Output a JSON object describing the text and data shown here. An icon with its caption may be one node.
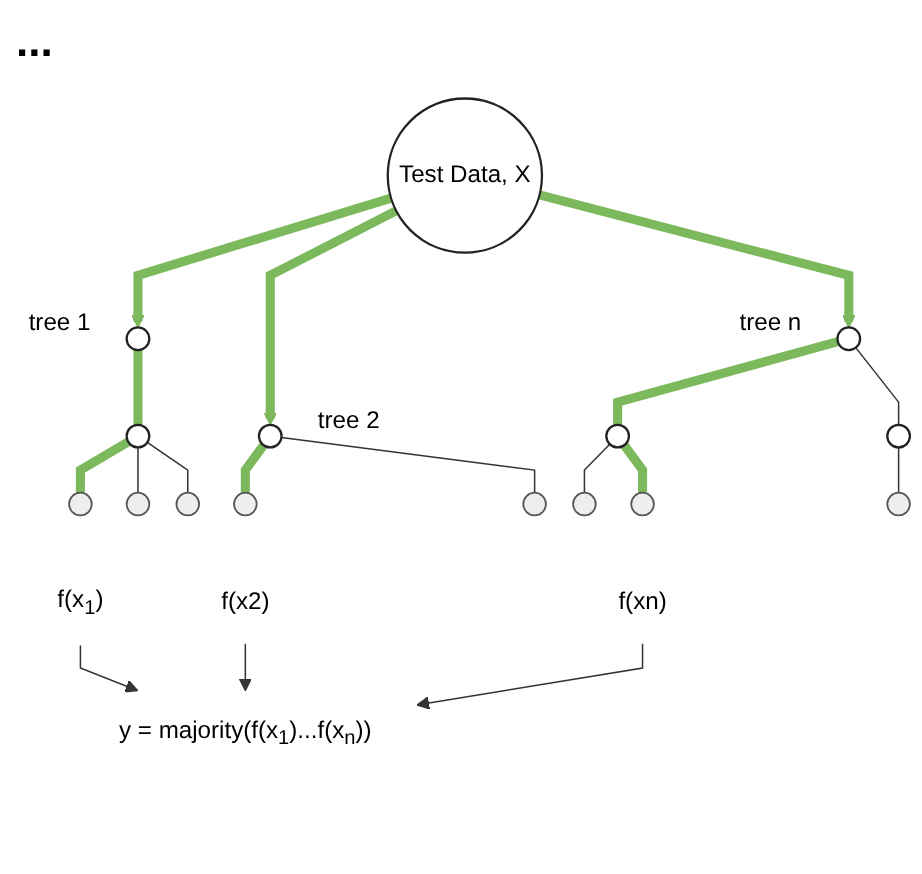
{
  "diagram": {
    "nodes": [
      {
        "text": [
          "Test Data, X"
        ]
      },
      {
        "text": [],
        "shape": "circle",
        "beside": [
          "tree 1"
        ]
      },
      {
        "text": [],
        "shape": "circle"
      },
      {
        "text": [],
        "shape": "circle"
      },
      {
        "text": [],
        "shape": "circle"
      },
      {
        "text": [],
        "shape": "circle"
      },
      {
        "text": [],
        "shape": "circle",
        "beside": [
          "tree 2"
        ]
      },
      {
        "text": [],
        "shape": "circle"
      },
      {
        "text": [],
        "shape": "circle"
      },
      {
        "text": [],
        "shape": "circle",
        "beside": [
          "tree n"
        ]
      },
      {
        "text": [],
        "shape": "circle"
      },
      {
        "text": [],
        "shape": "circle"
      },
      {
        "text": [],
        "shape": "circle"
      },
      {
        "text": [],
        "shape": "circle"
      },
      {
        "text": [],
        "shape": "circle"
      },
      {
        "text": [
          "f(x$_{1}$)"
        ]
      },
      {
        "text": [
          "f(x2)"
        ]
      },
      {
        "text": [
          "f(xn)"
        ]
      },
      {
        "text": [
          "y = majority(f(x$_{1}$)...f(x$_{n}$))"
        ]
      }
    ],
    "edges": [
      {
        "from": 0,
        "to": 1,
        "arrow": "to",
        "style": "thick",
        "color": "#7cb85c"
      },
      {
        "from": 0,
        "to": 6,
        "arrow": "to",
        "style": "thick",
        "color": "#7cb85c"
      },
      {
        "from": 0,
        "to": 9,
        "arrow": "to",
        "style": "thick",
        "color": "#7cb85c"
      },
      {
        "from": 1,
        "to": 2,
        "arrow": "none",
        "style": "thick",
        "color": "#7cb85c"
      },
      {
        "from": 2,
        "to": 3,
        "arrow": "none",
        "style": "thick",
        "color": "#7cb85c"
      },
      {
        "from": 2,
        "to": 4,
        "arrow": "none"
      },
      {
        "from": 2,
        "to": 5,
        "arrow": "none"
      },
      {
        "from": 6,
        "to": 7,
        "arrow": "none",
        "style": "thick",
        "color": "#7cb85c"
      },
      {
        "from": 6,
        "to": 8,
        "arrow": "none"
      },
      {
        "from": 9,
        "to": 10,
        "arrow": "none",
        "style": "thick",
        "color": "#7cb85c"
      },
      {
        "from": 9,
        "to": 11,
        "arrow": "none"
      },
      {
        "from": 10,
        "to": 12,
        "arrow": "none"
      },
      {
        "from": 10,
        "to": 13,
        "arrow": "none",
        "style": "thick",
        "color": "#7cb85c"
      },
      {
        "from": 11,
        "to": 14,
        "arrow": "none"
      },
      {
        "from": 15,
        "to": 18,
        "arrow": "to"
      },
      {
        "from": 16,
        "to": 18,
        "arrow": "to"
      },
      {
        "from": 17,
        "to": 18,
        "arrow": "to"
      }
    ],
    "labels": [
      "..."
    ]
  }
}
